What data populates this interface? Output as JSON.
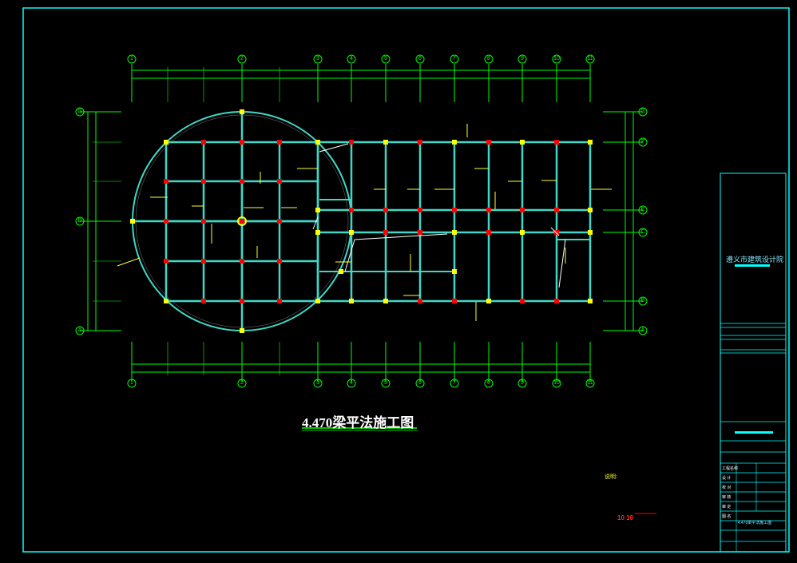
{
  "drawing": {
    "title": "4.470梁平法施工图",
    "organization": "遵义市建筑设计院",
    "note": "说明:",
    "scale_marks": "10  10"
  },
  "grid_columns": [
    "1",
    "2",
    "3",
    "4",
    "5",
    "6",
    "7",
    "8",
    "9",
    "10",
    "11"
  ],
  "grid_rows_left": [
    "G",
    "D",
    "A"
  ],
  "grid_rows_right": [
    "G",
    "F",
    "E",
    "C",
    "B",
    "A"
  ],
  "title_block": {
    "rows": [
      "工程名称",
      "设 计",
      "校 对",
      "审 核",
      "审 定",
      "图 名"
    ],
    "drawing_name": "4.470梁平法施工图"
  },
  "colors": {
    "frame": "#00ffff",
    "dimension": "#00ff00",
    "beam": "#3fd8c8",
    "column_red": "#ff0000",
    "column_yellow": "#ffff00",
    "text": "#ffffff",
    "annotation": "#ffff33"
  }
}
